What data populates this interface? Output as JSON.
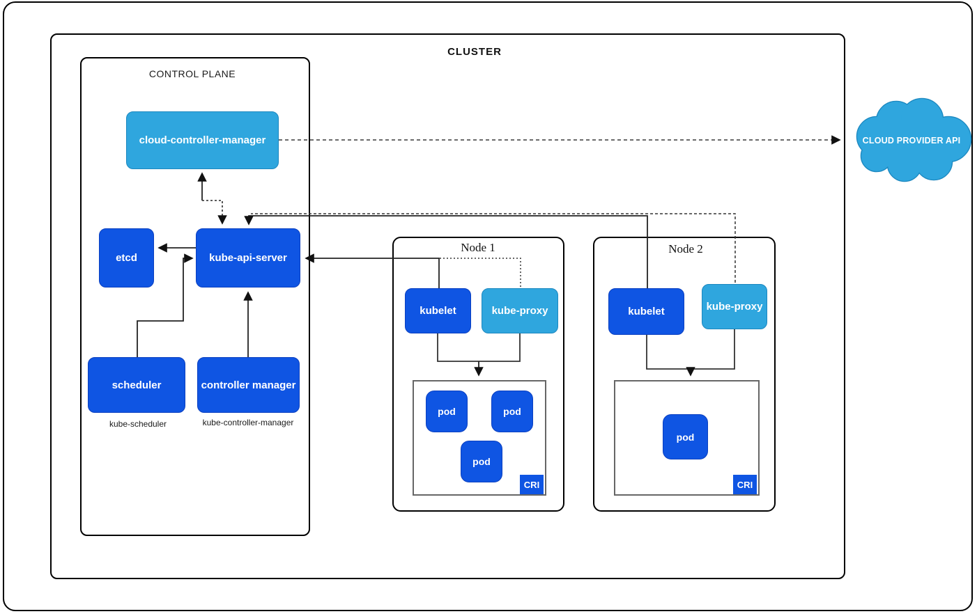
{
  "cluster": {
    "title": "CLUSTER"
  },
  "control_plane": {
    "title": "CONTROL PLANE",
    "cloud_controller_manager_label": "cloud-controller-manager",
    "etcd_label": "etcd",
    "kube_api_server_label": "kube-api-server",
    "scheduler_label": "scheduler",
    "scheduler_caption": "kube-scheduler",
    "controller_manager_label": "controller manager",
    "controller_manager_caption": "kube-controller-manager"
  },
  "node1": {
    "title": "Node 1",
    "kubelet_label": "kubelet",
    "kube_proxy_label": "kube-proxy",
    "pods": [
      "pod",
      "pod",
      "pod"
    ],
    "cri_label": "CRI"
  },
  "node2": {
    "title": "Node 2",
    "kubelet_label": "kubelet",
    "kube_proxy_label": "kube-proxy",
    "pods": [
      "pod"
    ],
    "cri_label": "CRI"
  },
  "external": {
    "cloud_provider_api_label": "CLOUD PROVIDER API"
  },
  "colors": {
    "dark_blue": "#0F55E3",
    "light_blue": "#2FA6DE",
    "box_border_dark": "#0A3FC0",
    "box_border_light": "#1B87BF",
    "line": "#222222"
  }
}
